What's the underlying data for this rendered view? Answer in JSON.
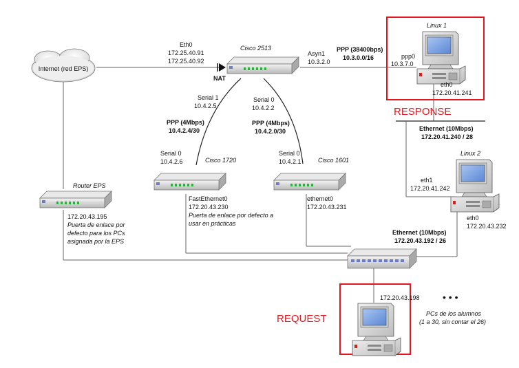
{
  "internet": {
    "label": "Internet (red EPS)"
  },
  "cisco2513": {
    "name": "Cisco 2513",
    "eth0_label": "Eth0",
    "eth0_ip1": "172.25.40.91",
    "eth0_ip2": "172.25.40.92",
    "nat_label": "NAT",
    "asyn1_label": "Asyn1",
    "asyn1_ip": "10.3.2.0",
    "serial1_label": "Serial 1",
    "serial1_ip": "10.4.2.5",
    "serial0_label": "Serial 0",
    "serial0_ip": "10.4.2.2"
  },
  "ppp_async": {
    "title": "PPP (38400bps)",
    "net": "10.3.0.0/16"
  },
  "ppp_left": {
    "title": "PPP (4Mbps)",
    "net": "10.4.2.4/30"
  },
  "ppp_right": {
    "title": "PPP (4Mbps)",
    "net": "10.4.2.0/30"
  },
  "linux1": {
    "name": "Linux 1",
    "ppp0_label": "ppp0",
    "ppp0_ip": "10.3.7.0",
    "eth0_label": "eth0",
    "eth0_ip": "172.20.41.241"
  },
  "response_label": "RESPONSE",
  "ethernet_top": {
    "title": "Ethernet (10Mbps)",
    "net": "172.20.41.240 / 28"
  },
  "linux2": {
    "name": "Linux 2",
    "eth1_label": "eth1",
    "eth1_ip": "172.20.41.242",
    "eth0_label": "eth0",
    "eth0_ip": "172.20.43.232"
  },
  "cisco1720": {
    "name": "Cisco 1720",
    "serial0_label": "Serial 0",
    "serial0_ip": "10.4.2.6",
    "fe_label": "FastEthernet0",
    "fe_ip": "172.20.43.230",
    "note_line1": "Puerta de enlace por defecto a",
    "note_line2": "usar en prácticas"
  },
  "cisco1601": {
    "name": "Cisco 1601",
    "serial0_label": "Serial 0",
    "serial0_ip": "10.4.2.1",
    "eth_label": "ethernet0",
    "eth_ip": "172.20.43.231"
  },
  "router_eps": {
    "name": "Router EPS",
    "ip": "172.20.43.195",
    "note_line1": "Puerta de enlace por",
    "note_line2": "defecto para los PCs",
    "note_line3": "asignada por la EPS"
  },
  "ethernet_bottom": {
    "title": "Ethernet (10Mbps)",
    "net": "172.20.43.192 / 26"
  },
  "request_pc": {
    "ip": "172.20.43.198"
  },
  "request_label": "REQUEST",
  "students": {
    "dots": "• • •",
    "line1": "PCs de los alumnos",
    "line2": "(1 a 30, sin contar el 26)"
  },
  "colors": {
    "highlight_red": "#e4161b",
    "device_gray": "#dcdcdc",
    "led_green": "#2fae3e",
    "screen_blue": "#7fa6e6"
  }
}
